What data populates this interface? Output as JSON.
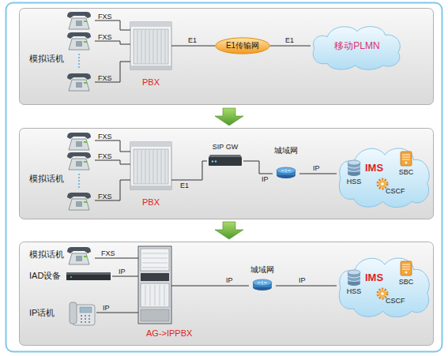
{
  "diagram": {
    "nodes": [
      {
        "text": [
          "模拟话机"
        ]
      },
      {
        "text": [
          "PBX"
        ]
      },
      {
        "text": [
          "E1传输网"
        ]
      },
      {
        "text": [
          "移动PLMN"
        ]
      },
      {
        "text": [
          "模拟话机"
        ]
      },
      {
        "text": [
          "PBX"
        ]
      },
      {
        "text": [
          "SIP GW"
        ]
      },
      {
        "text": [
          "城域网"
        ]
      },
      {
        "text": [
          "IMS"
        ]
      },
      {
        "text": [
          "HSS"
        ],
        "in": 8
      },
      {
        "text": [
          "SBC"
        ],
        "in": 8
      },
      {
        "text": [
          "CSCF"
        ],
        "in": 8
      },
      {
        "text": [
          "模拟话机"
        ]
      },
      {
        "text": [
          "IAD设备"
        ]
      },
      {
        "text": [
          "IP话机"
        ]
      },
      {
        "text": [
          "AG->IPPBX"
        ]
      },
      {
        "text": [
          "城域网"
        ]
      },
      {
        "text": [
          "IMS"
        ]
      },
      {
        "text": [
          "HSS"
        ],
        "in": 17
      },
      {
        "text": [
          "SBC"
        ],
        "in": 17
      },
      {
        "text": [
          "CSCF"
        ],
        "in": 17
      }
    ],
    "edges": [
      {
        "from": 0,
        "to": 1,
        "label": "FXS",
        "arrow": "none"
      },
      {
        "from": 0,
        "to": 1,
        "label": "FXS",
        "arrow": "none"
      },
      {
        "from": 0,
        "to": 1,
        "label": "FXS",
        "arrow": "none"
      },
      {
        "from": 1,
        "to": 2,
        "label": "E1",
        "arrow": "none"
      },
      {
        "from": 2,
        "to": 3,
        "label": "E1",
        "arrow": "none"
      },
      {
        "from": 4,
        "to": 5,
        "label": "FXS",
        "arrow": "none"
      },
      {
        "from": 4,
        "to": 5,
        "label": "FXS",
        "arrow": "none"
      },
      {
        "from": 4,
        "to": 5,
        "label": "FXS",
        "arrow": "none"
      },
      {
        "from": 5,
        "to": 6,
        "label": "E1",
        "arrow": "none"
      },
      {
        "from": 6,
        "to": 7,
        "label": "IP",
        "arrow": "none"
      },
      {
        "from": 7,
        "to": 8,
        "label": "IP",
        "arrow": "none"
      },
      {
        "from": 12,
        "to": 15,
        "label": "FXS",
        "arrow": "none"
      },
      {
        "from": 13,
        "to": 15,
        "label": "IP",
        "arrow": "none"
      },
      {
        "from": 14,
        "to": 15,
        "label": "IP",
        "arrow": "none"
      },
      {
        "from": 15,
        "to": 16,
        "label": "IP",
        "arrow": "none"
      },
      {
        "from": 16,
        "to": 17,
        "label": "IP",
        "arrow": "none"
      }
    ]
  }
}
